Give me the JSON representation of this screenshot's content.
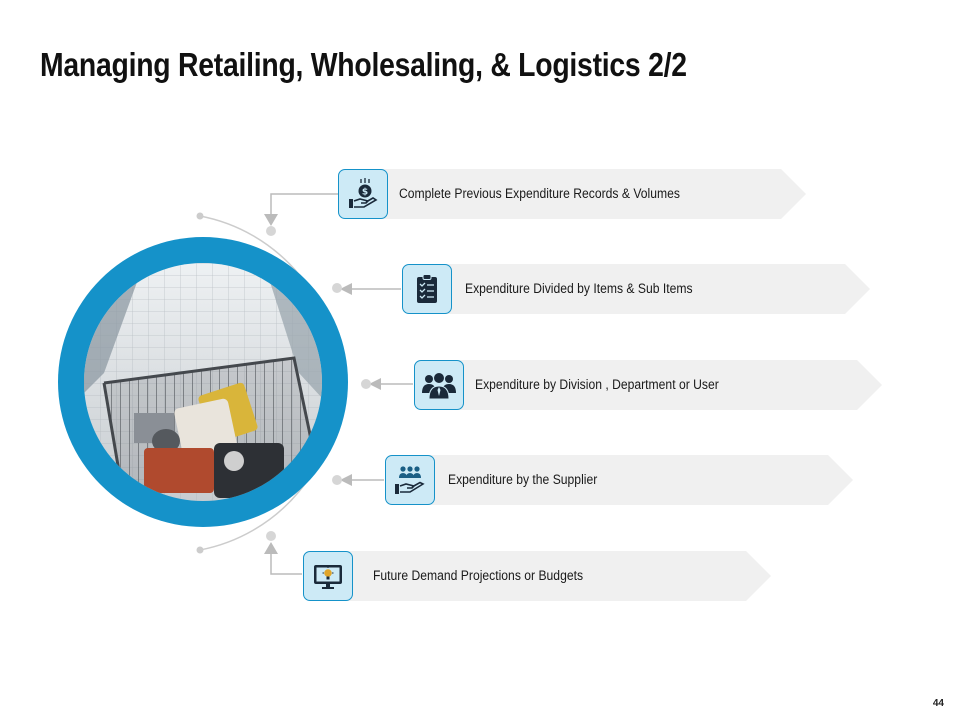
{
  "slide": {
    "title": "Managing Retailing, Wholesaling, & Logistics 2/2",
    "page_number": "44"
  },
  "photo": {
    "subject": "shopping cart in supermarket aisle"
  },
  "items": [
    {
      "label": "Complete Previous Expenditure Records & Volumes",
      "icon": "money-hand-icon"
    },
    {
      "label": "Expenditure Divided by Items & Sub Items",
      "icon": "clipboard-checklist-icon"
    },
    {
      "label": "Expenditure by Division , Department or User",
      "icon": "team-icon"
    },
    {
      "label": "Expenditure by the Supplier",
      "icon": "people-hand-icon"
    },
    {
      "label": "Future Demand Projections or Budgets",
      "icon": "monitor-idea-icon"
    }
  ],
  "colors": {
    "accent": "#1592c9",
    "icon_background": "#cdeaf6",
    "banner": "#f0f0f0",
    "connector": "#cccccc"
  }
}
